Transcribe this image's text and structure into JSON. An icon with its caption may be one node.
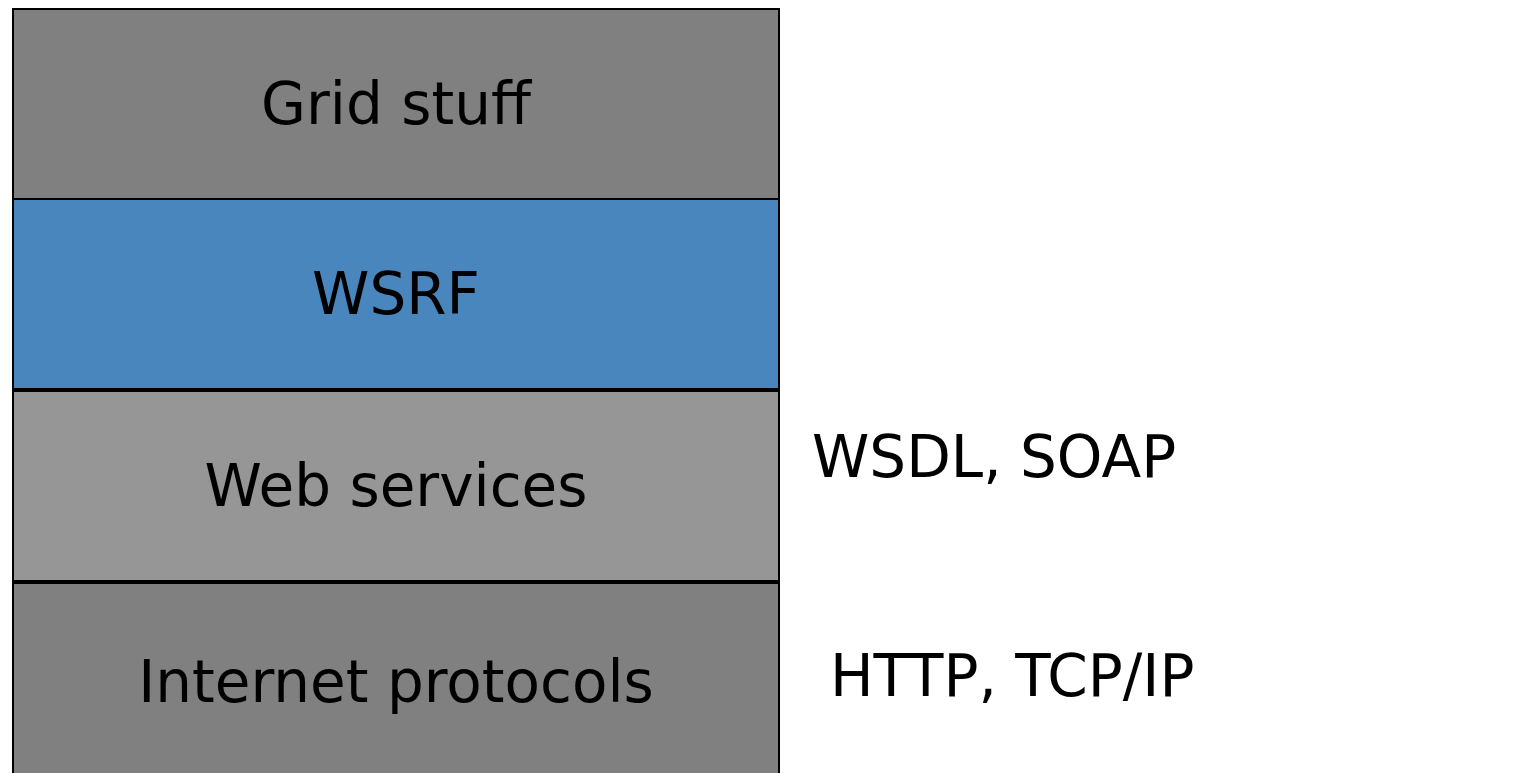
{
  "diagram": {
    "nodes": [
      {
        "text": [
          "Grid stuff"
        ]
      },
      {
        "text": [
          "WSRF"
        ]
      },
      {
        "text": [
          "Web services"
        ],
        "beside": [
          "WSDL, SOAP"
        ]
      },
      {
        "text": [
          "Internet protocols"
        ],
        "beside": [
          "HTTP, TCP/IP"
        ]
      }
    ]
  }
}
